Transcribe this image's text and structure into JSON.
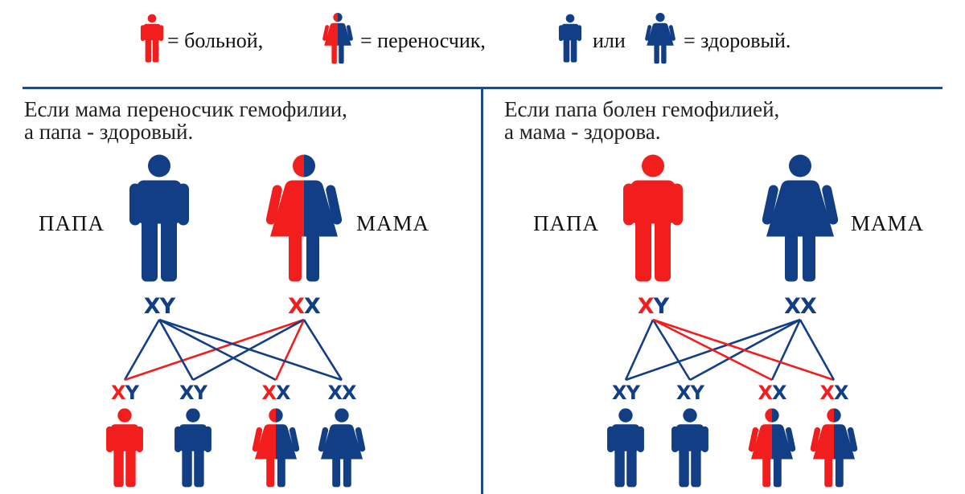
{
  "colors": {
    "healthy": "#123e86",
    "sick": "#f21d1d",
    "rule": "#1e4b84"
  },
  "legend": {
    "sick_label": "= больной,",
    "carrier_label": "= переносчик,",
    "or_label": "или",
    "healthy_label": "= здоровый."
  },
  "left_panel": {
    "caption_line1": "Если мама переносчик гемофилии,",
    "caption_line2": "а папа - здоровый.",
    "father_label": "ПАПА",
    "mother_label": "МАМА",
    "father_genotype": {
      "first": "X",
      "second": "Y",
      "first_color": "healthy",
      "second_color": "healthy"
    },
    "mother_genotype": {
      "first": "X",
      "second": "X",
      "first_color": "sick",
      "second_color": "healthy"
    },
    "children": [
      {
        "first": "X",
        "second": "Y",
        "first_color": "sick",
        "second_color": "healthy",
        "status": "sick",
        "sex": "male"
      },
      {
        "first": "X",
        "second": "Y",
        "first_color": "healthy",
        "second_color": "healthy",
        "status": "healthy",
        "sex": "male"
      },
      {
        "first": "X",
        "second": "X",
        "first_color": "sick",
        "second_color": "healthy",
        "status": "carrier",
        "sex": "female"
      },
      {
        "first": "X",
        "second": "X",
        "first_color": "healthy",
        "second_color": "healthy",
        "status": "healthy",
        "sex": "female"
      }
    ]
  },
  "right_panel": {
    "caption_line1": "Если папа болен гемофилией,",
    "caption_line2": "а мама - здорова.",
    "father_label": "ПАПА",
    "mother_label": "МАМА",
    "father_genotype": {
      "first": "X",
      "second": "Y",
      "first_color": "sick",
      "second_color": "healthy"
    },
    "mother_genotype": {
      "first": "X",
      "second": "X",
      "first_color": "healthy",
      "second_color": "healthy"
    },
    "children": [
      {
        "first": "X",
        "second": "Y",
        "first_color": "healthy",
        "second_color": "healthy",
        "status": "healthy",
        "sex": "male"
      },
      {
        "first": "X",
        "second": "Y",
        "first_color": "healthy",
        "second_color": "healthy",
        "status": "healthy",
        "sex": "male"
      },
      {
        "first": "X",
        "second": "X",
        "first_color": "sick",
        "second_color": "healthy",
        "status": "carrier",
        "sex": "female"
      },
      {
        "first": "X",
        "second": "X",
        "first_color": "sick",
        "second_color": "healthy",
        "status": "carrier",
        "sex": "female"
      }
    ]
  }
}
